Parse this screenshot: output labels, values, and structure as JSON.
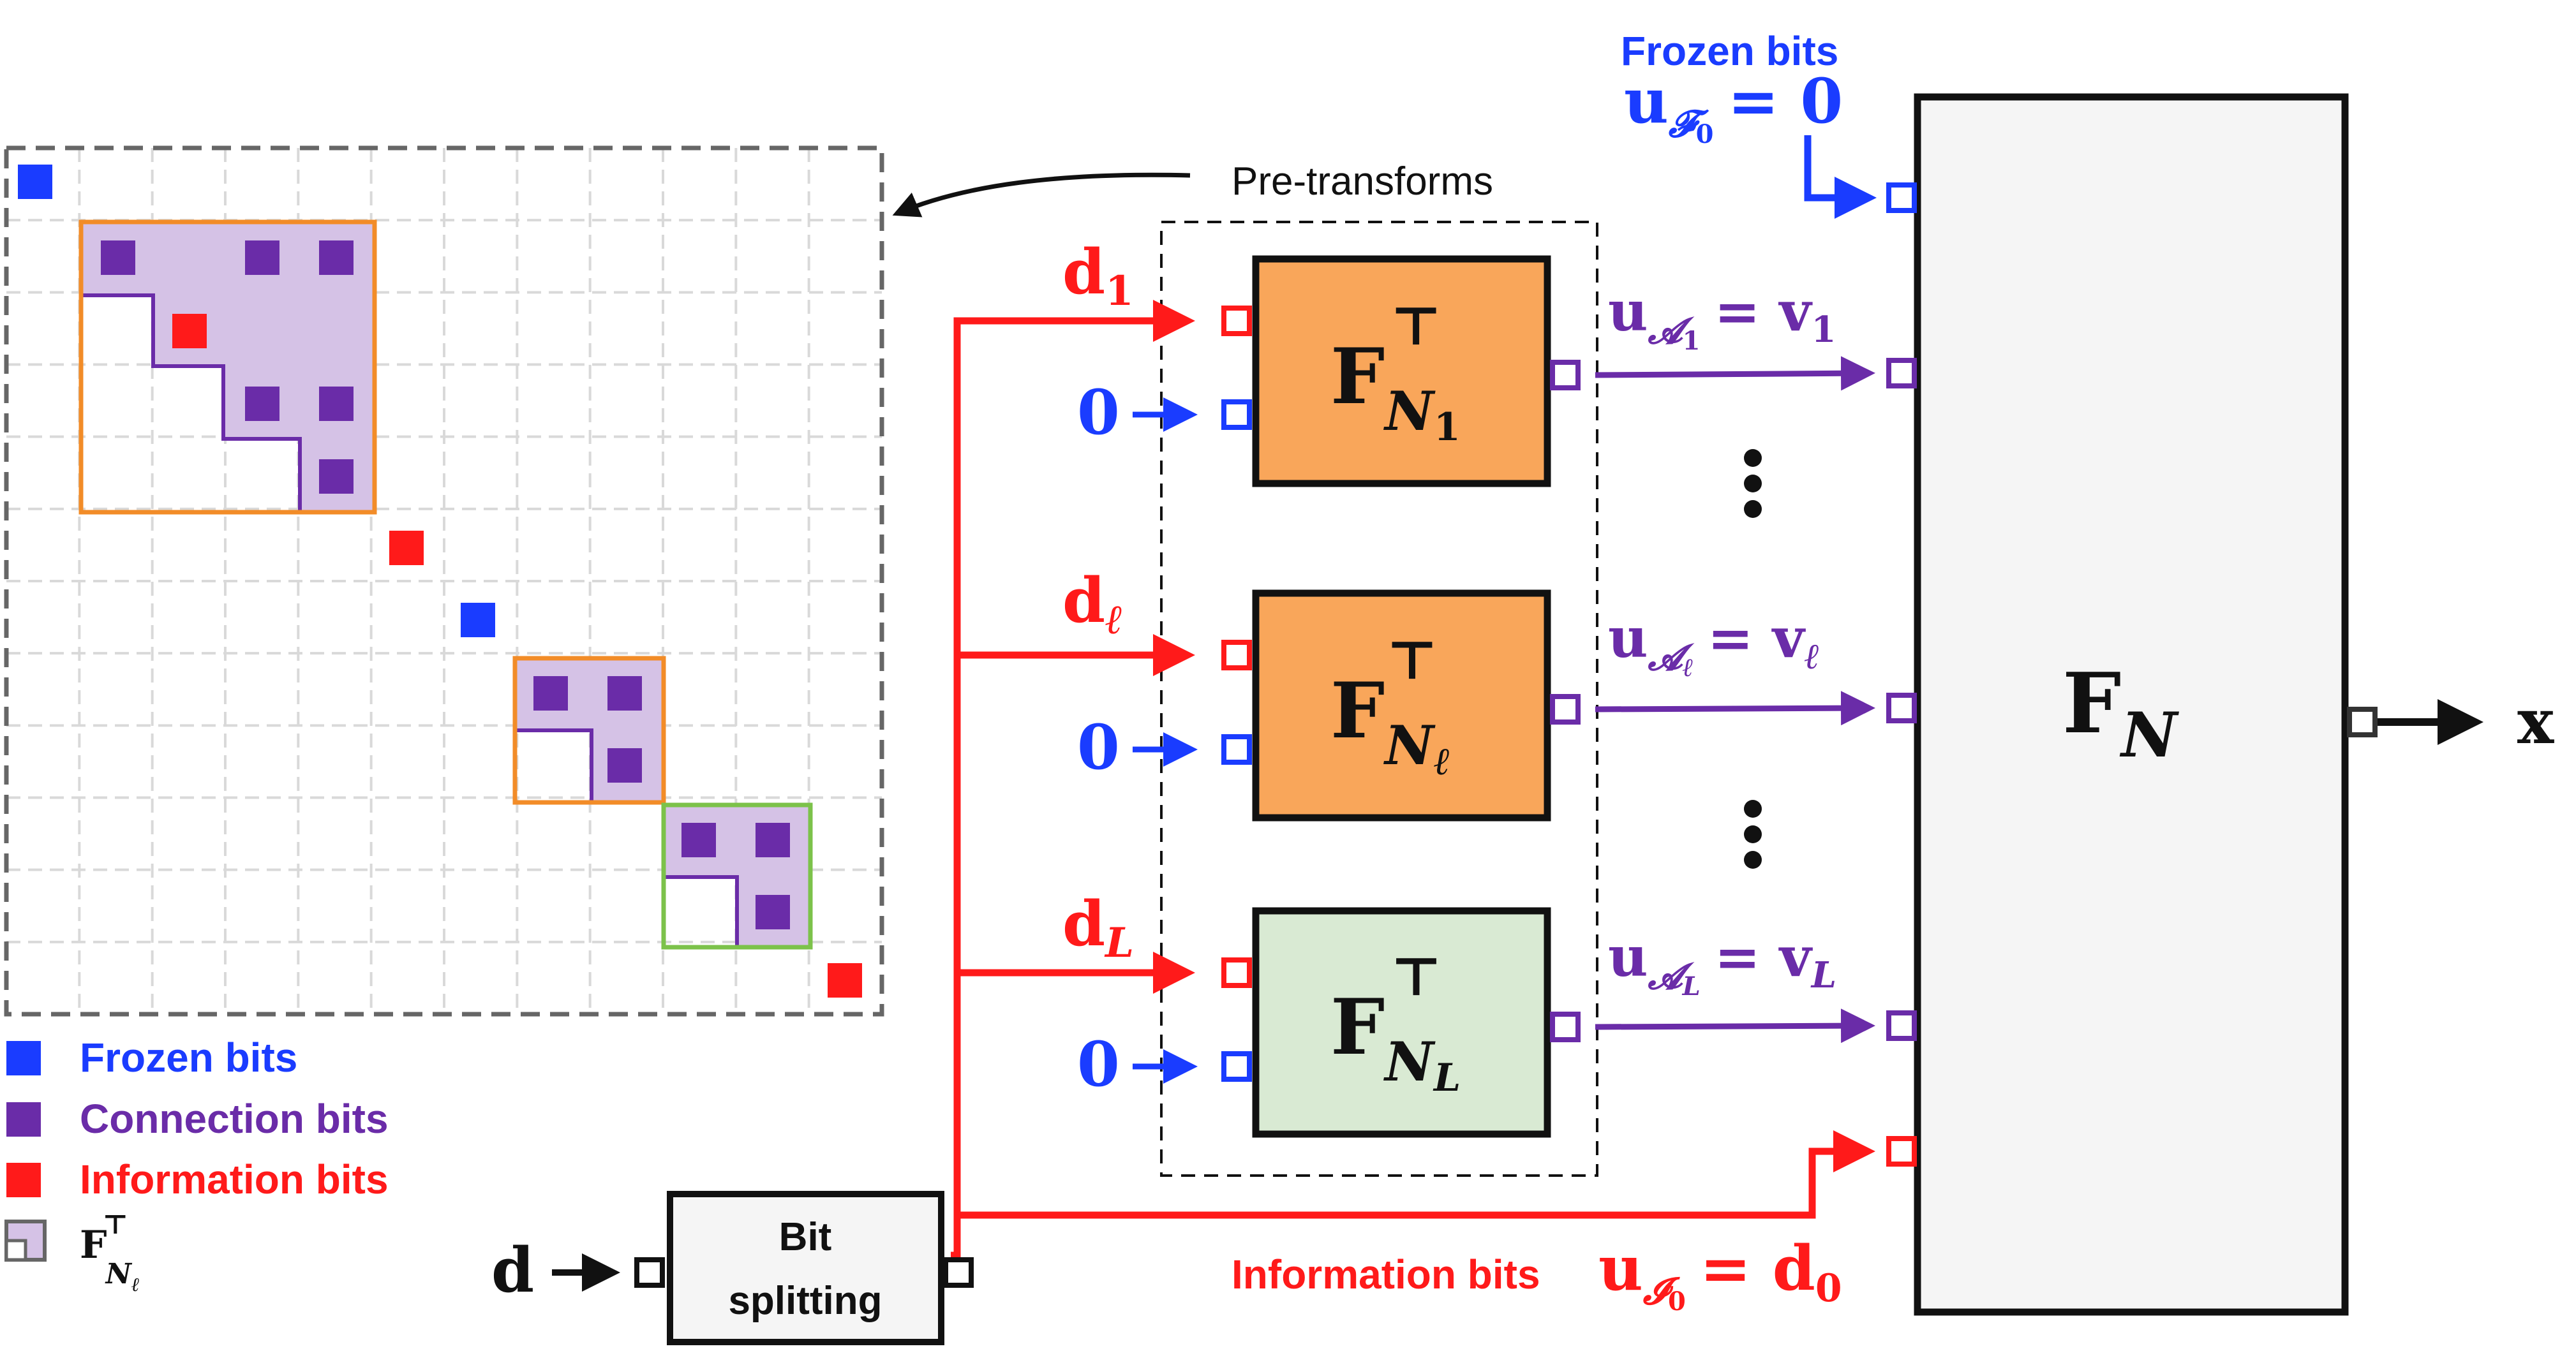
{
  "colors": {
    "frozen": "#1a3cff",
    "connection": "#6a2ca8",
    "information": "#ff1a1a",
    "orange_fill": "#f9a65a",
    "orange_border": "#f28c28",
    "green_fill": "#d9ead3",
    "green_border": "#7cc24a",
    "purple_fill": "#d5c2e6",
    "outline": "#111111",
    "dashed_gray": "#666666"
  },
  "icons": [
    "input-port-icon",
    "output-port-icon",
    "arrow-icon",
    "vertical-ellipsis-icon",
    "legend-swatch-icon"
  ],
  "labels": {
    "pre_transforms": "Pre-transforms",
    "frozen_bits_top": "Frozen bits",
    "information_bits_bottom": "Information bits",
    "bit_splitting_line1": "Bit",
    "bit_splitting_line2": "splitting",
    "zero": "0",
    "input_d": "d",
    "output_x": "x"
  },
  "equations": {
    "u_F0": {
      "u": "u",
      "sub": "𝓕",
      "subsub": "0",
      "rhs": "= 0"
    },
    "u_I0": {
      "u": "u",
      "sub": "𝓘",
      "subsub": "0",
      "rhs": "= d",
      "rhs_sub": "0"
    }
  },
  "branches": [
    {
      "id": "1",
      "d": "d",
      "d_sub": "1",
      "F": "F",
      "sup": "⊤",
      "N": "N",
      "N_sub": "1",
      "u": "u",
      "A_sub": "𝓐",
      "A_subsub": "1",
      "v": "= v",
      "v_sub": "1",
      "fill": "orange"
    },
    {
      "id": "l",
      "d": "d",
      "d_sub": "ℓ",
      "F": "F",
      "sup": "⊤",
      "N": "N",
      "N_sub": "ℓ",
      "u": "u",
      "A_sub": "𝓐",
      "A_subsub": "ℓ",
      "v": "= v",
      "v_sub": "ℓ",
      "fill": "orange"
    },
    {
      "id": "L",
      "d": "d",
      "d_sub": "L",
      "F": "F",
      "sup": "⊤",
      "N": "N",
      "N_sub": "L",
      "u": "u",
      "A_sub": "𝓐",
      "A_subsub": "L",
      "v": "= v",
      "v_sub": "L",
      "fill": "green"
    }
  ],
  "main_block": {
    "F": "F",
    "N": "N"
  },
  "legend": [
    {
      "label": "Frozen bits",
      "color": "frozen"
    },
    {
      "label": "Connection bits",
      "color": "connection"
    },
    {
      "label": "Information bits",
      "color": "information"
    },
    {
      "label_F": "F",
      "label_sup": "⊤",
      "label_N": "N",
      "label_sub": "ℓ",
      "color": "purple_fill"
    }
  ]
}
